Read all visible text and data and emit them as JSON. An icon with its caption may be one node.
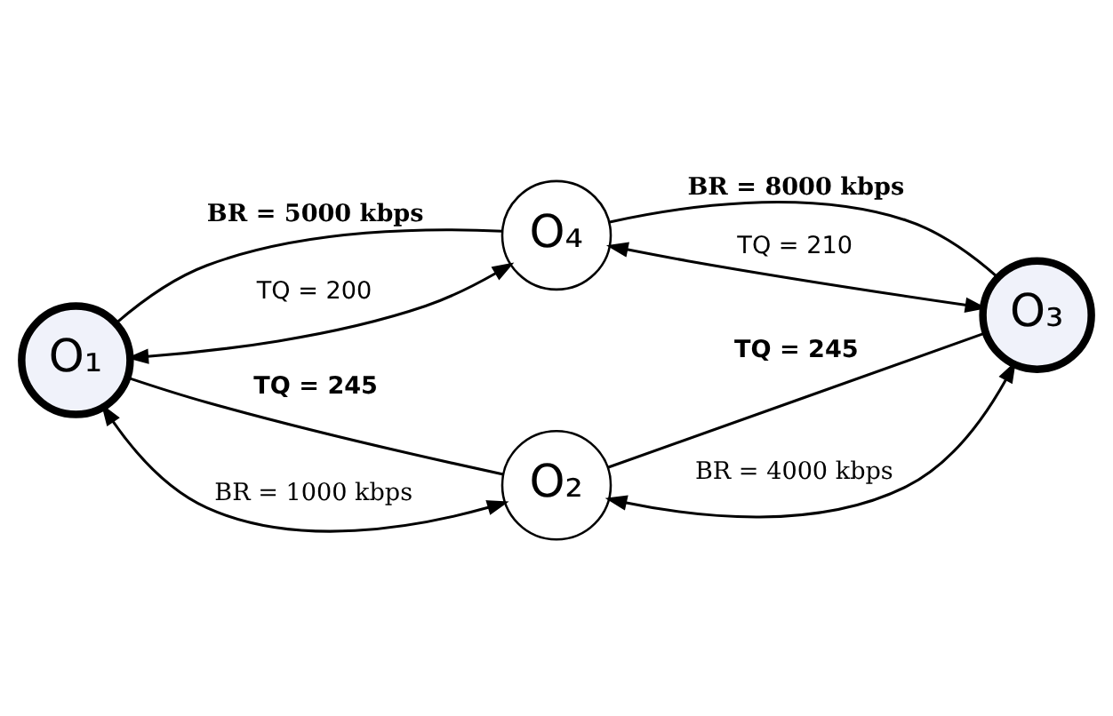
{
  "diagram": {
    "nodes": [
      {
        "text": [
          "O₄"
        ]
      },
      {
        "text": [
          "O₁"
        ]
      },
      {
        "text": [
          "O₃"
        ]
      },
      {
        "text": [
          "O₂"
        ]
      }
    ],
    "edges": [
      {
        "from": 1,
        "to": 0,
        "arrow": "none",
        "label": "BR = 5000 kbps"
      },
      {
        "from": 1,
        "to": 0,
        "arrow": "both",
        "label": "TQ = 200"
      },
      {
        "from": 0,
        "to": 2,
        "arrow": "none",
        "label": "BR = 8000 kbps"
      },
      {
        "from": 0,
        "to": 2,
        "arrow": "both",
        "label": "TQ = 210"
      },
      {
        "from": 1,
        "to": 3,
        "arrow": "none",
        "label": "TQ = 245"
      },
      {
        "from": 1,
        "to": 3,
        "arrow": "both",
        "label": "BR = 1000 kbps"
      },
      {
        "from": 3,
        "to": 2,
        "arrow": "none",
        "label": "TQ = 245"
      },
      {
        "from": 3,
        "to": 2,
        "arrow": "both",
        "label": "BR = 4000 kbps"
      }
    ]
  }
}
